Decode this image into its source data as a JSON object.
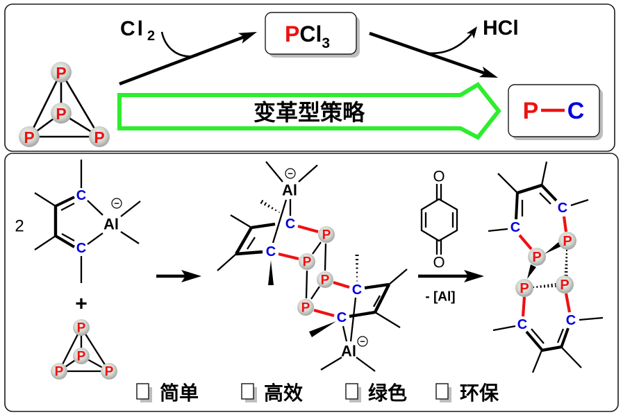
{
  "colors": {
    "phosphorus": "#ee1111",
    "carbon": "#0000dd",
    "strategy_arrow": "#2ded2d"
  },
  "top": {
    "p4_atoms": [
      "P",
      "P",
      "P",
      "P"
    ],
    "reagent": {
      "symbol": "Cl",
      "subscript": "2"
    },
    "intermediate": {
      "p": "P",
      "rest": "Cl",
      "subscript": "3"
    },
    "byproduct": "HCl",
    "strategy_label": "变革型策略",
    "product": {
      "p": "P",
      "c": "C"
    }
  },
  "bottom": {
    "coefficient": "2",
    "aluminate": {
      "carbons": [
        "C",
        "C"
      ],
      "metal": "Al",
      "charge": "−"
    },
    "plus_sign": "+",
    "p4_atoms": [
      "P",
      "P",
      "P",
      "P"
    ],
    "intermediate": {
      "metals": [
        "Al",
        "Al"
      ],
      "charges": [
        "−",
        "−"
      ],
      "carbons": [
        "C",
        "C",
        "C",
        "C"
      ],
      "phosphorus": [
        "P",
        "P",
        "P",
        "P"
      ]
    },
    "oxidant": {
      "oxygens": [
        "O",
        "O"
      ]
    },
    "arrow_label": "- [Al]",
    "product": {
      "carbons": [
        "C",
        "C",
        "C",
        "C"
      ],
      "phosphorus": [
        "P",
        "P",
        "P",
        "P"
      ]
    },
    "checklist": [
      {
        "label": "简单",
        "checked": false
      },
      {
        "label": "高效",
        "checked": false
      },
      {
        "label": "绿色",
        "checked": false
      },
      {
        "label": "环保",
        "checked": false
      }
    ]
  }
}
